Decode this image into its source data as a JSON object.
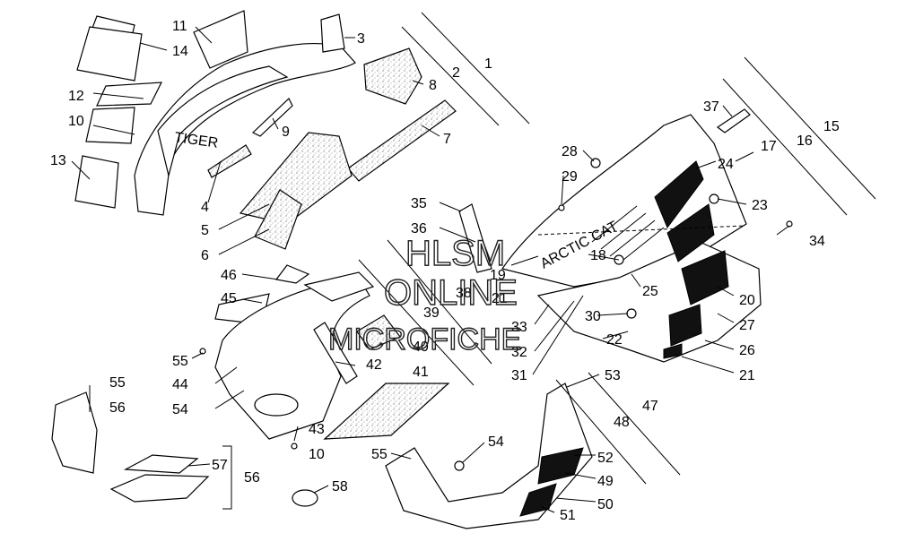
{
  "watermark": [
    "HLSM",
    "ONLINE",
    "MICROFICHE"
  ],
  "decal_text": {
    "brand": "ARCTIC CAT",
    "windshield_mark": "TIGER"
  },
  "callouts": [
    "1",
    "2",
    "3",
    "4",
    "5",
    "6",
    "7",
    "8",
    "9",
    "10",
    "11",
    "12",
    "13",
    "14",
    "15",
    "16",
    "17",
    "18",
    "19",
    "20",
    "21",
    "22",
    "23",
    "24",
    "25",
    "26",
    "27",
    "28",
    "29",
    "30",
    "31",
    "32",
    "33",
    "34",
    "35",
    "36",
    "37",
    "38",
    "39",
    "40",
    "41",
    "42",
    "43",
    "44",
    "45",
    "46",
    "47",
    "48",
    "49",
    "50",
    "51",
    "52",
    "53",
    "54",
    "55",
    "56",
    "57",
    "58"
  ],
  "groups": {
    "windshield_hood": [
      "1",
      "2",
      "3",
      "4",
      "5",
      "6",
      "7",
      "8",
      "9",
      "10",
      "11",
      "12",
      "13",
      "14"
    ],
    "side_panel": [
      "15",
      "16",
      "17",
      "18",
      "19",
      "20",
      "21",
      "22",
      "23",
      "24",
      "25",
      "26",
      "27",
      "28",
      "29",
      "30",
      "31",
      "32",
      "33",
      "34",
      "35",
      "36",
      "37"
    ],
    "lower_console": [
      "38",
      "39",
      "40",
      "41",
      "42",
      "43",
      "44",
      "45",
      "46"
    ],
    "nose_pan": [
      "47",
      "48",
      "49",
      "50",
      "51",
      "52",
      "53",
      "54",
      "55"
    ],
    "misc": [
      "56",
      "57",
      "58"
    ]
  }
}
